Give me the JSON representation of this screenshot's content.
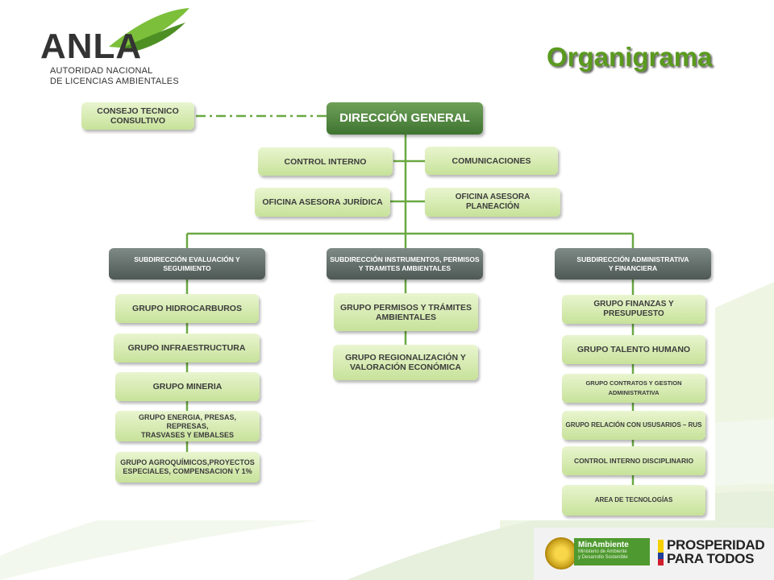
{
  "header": {
    "logo_text": "ANLA",
    "logo_subtitle_1": "AUTORIDAD NACIONAL",
    "logo_subtitle_2": "DE LICENCIAS AMBIENTALES",
    "title": "Organigrama"
  },
  "org": {
    "consejo": "CONSEJO TECNICO\nCONSULTIVO",
    "direccion": "DIRECCIÓN GENERAL",
    "control_interno": "CONTROL INTERNO",
    "comunicaciones": "COMUNICACIONES",
    "juridica": "OFICINA ASESORA JURÍDICA",
    "planeacion": "OFICINA ASESORA PLANEACIÓN",
    "sub_evaluacion": "SUBDIRECCIÓN EVALUACIÓN Y SEGUIMIENTO",
    "sub_instrumentos": "SUBDIRECCIÓN INSTRUMENTOS, PERMISOS\nY  TRAMITES AMBIENTALES",
    "sub_administrativa": "SUBDIRECCIÓN ADMINISTRATIVA\nY FINANCIERA",
    "left_groups": [
      "GRUPO HIDROCARBUROS",
      "GRUPO INFRAESTRUCTURA",
      "GRUPO MINERIA",
      "GRUPO ENERGIA, PRESAS, REPRESAS,\nTRASVASES Y EMBALSES",
      "GRUPO AGROQUÍMICOS,PROYECTOS\nESPECIALES, COMPENSACION Y 1%"
    ],
    "middle_groups": [
      "GRUPO PERMISOS Y TRÁMITES\nAMBIENTALES",
      "GRUPO REGIONALIZACIÓN Y\nVALORACIÓN ECONÓMICA"
    ],
    "right_groups": [
      "GRUPO FINANZAS Y PRESUPUESTO",
      "GRUPO TALENTO HUMANO",
      "GRUPO CONTRATOS Y GESTION ADMINISTRATIVA",
      "GRUPO RELACIÓN CON USUSARIOS – RUS",
      "CONTROL INTERNO  DISCIPLINARIO",
      "AREA DE  TECNOLOGÍAS"
    ]
  },
  "footer": {
    "minambiente": "MinAmbiente",
    "minambiente_sub": "Ministerio de Ambiente\ny Desarrollo Sostenible",
    "prosperidad_1": "PROSPERIDAD",
    "prosperidad_2": "PARA TODOS"
  }
}
